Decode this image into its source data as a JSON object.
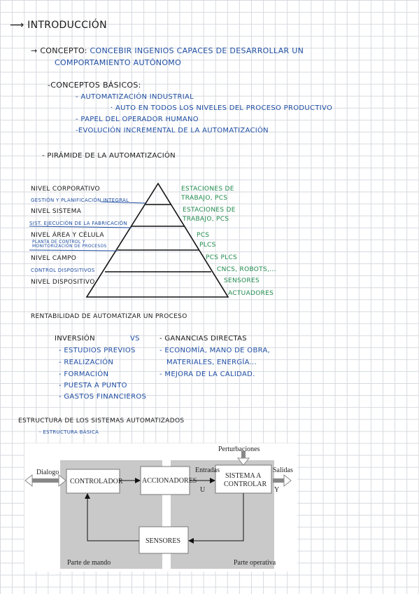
{
  "intro": {
    "title": "Introducción",
    "concepto_label": "Concepto:",
    "concepto_text_1": "Concebir ingenios capaces de desarrollar un",
    "concepto_text_2": "comportamiento autónomo"
  },
  "conceptos_basicos": {
    "heading": "-Conceptos básicos:",
    "items": [
      "- Automatización industrial",
      "· Auto en todos los niveles del proceso productivo",
      "- Papel del operador humano",
      "-Evolución incremental de la automatización"
    ]
  },
  "piramide": {
    "heading": "- Pirámide de la automatización",
    "levels": [
      {
        "name": "Nivel corporativo",
        "desc": "Gestión y planificación integral",
        "right": "Estaciones de trabajo, PCs"
      },
      {
        "name": "Nivel sistema",
        "desc": "Sist. ejecución de la fabricación",
        "right": "Estaciones de trabajo, PCs"
      },
      {
        "name": "Nivel área y célula",
        "desc": "Planta de control y monitorización de procesos",
        "right": "PCs"
      },
      {
        "name": "Nivel campo",
        "desc": "Control dispositivos",
        "right": "PLCs"
      },
      {
        "name": "Nivel dispositivo",
        "desc": "",
        "right": "PCs PLCs"
      }
    ],
    "right_extra": [
      "CNCs, robots,...",
      "sensores",
      "actuadores"
    ]
  },
  "rentabilidad": {
    "heading": "Rentabilidad de automatizar un proceso",
    "left_heading": "Inversión",
    "vs": "vs",
    "right_heading": "- Ganancias directas",
    "left_items": [
      "- Estudios previos",
      "- Realización",
      "- Formación",
      "- Puesta a punto",
      "- Gastos financieros"
    ],
    "right_items": [
      "- Economía, mano de obra,",
      "materiales, energía...",
      "- Mejora de la calidad."
    ]
  },
  "estructura": {
    "heading": "Estructura de los sistemas automatizados",
    "sub": "- Estructura básica"
  },
  "diagram": {
    "perturbaciones": "Perturbaciones",
    "dialogo": "Dialogo",
    "controlador": "CONTROLADOR",
    "accionadores": "ACCIONADORES",
    "entradas": "Entradas",
    "u": "U",
    "sistema_1": "SISTEMA A",
    "sistema_2": "CONTROLAR",
    "salidas": "Salidas",
    "y": "Y",
    "sensores": "SENSORES",
    "parte_mando": "Parte de mando",
    "parte_operativa": "Parte operativa"
  }
}
